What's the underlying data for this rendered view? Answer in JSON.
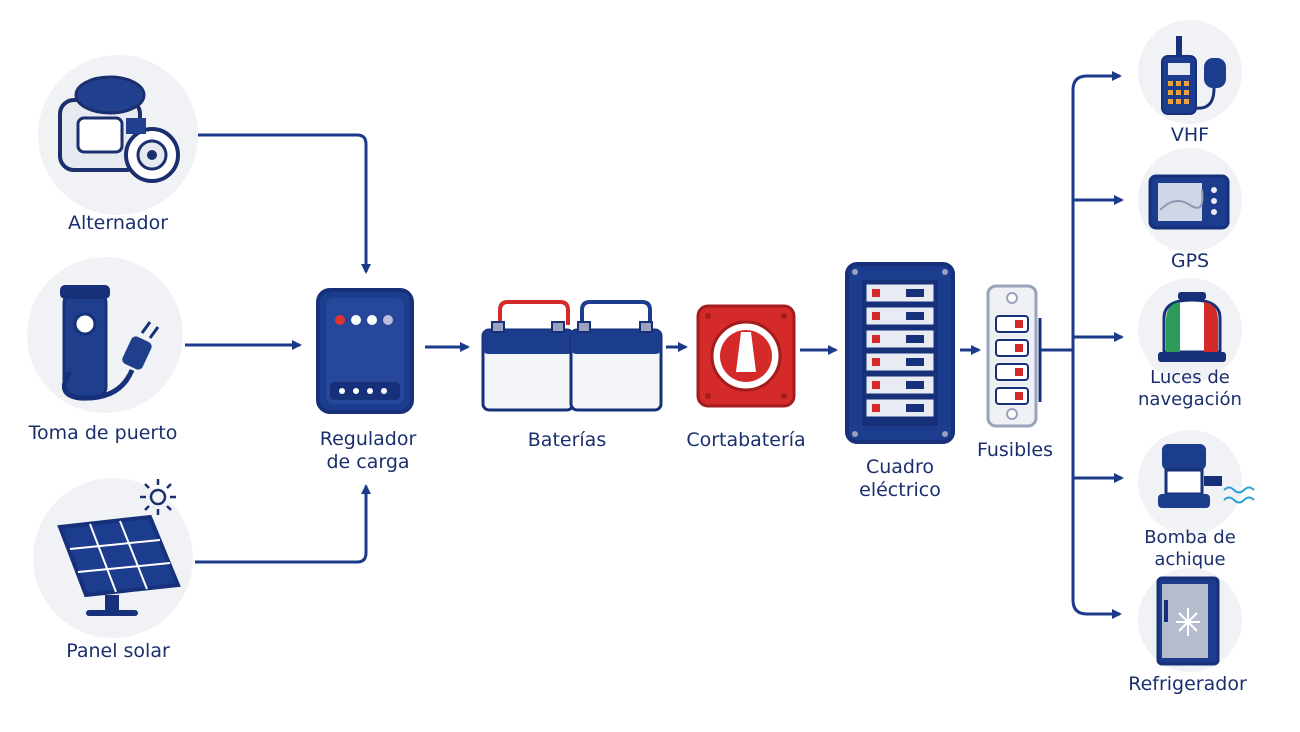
{
  "sources": {
    "alternator": {
      "label": "Alternador",
      "icon": "alternator-icon"
    },
    "shore_power": {
      "label": "Toma de puerto",
      "icon": "shore-power-plug-icon"
    },
    "solar_panel": {
      "label": "Panel solar",
      "icon": "solar-panel-icon"
    }
  },
  "chain": {
    "regulator": {
      "label_1": "Regulador",
      "label_2": "de carga",
      "icon": "charge-regulator-icon"
    },
    "batteries": {
      "label": "Baterías",
      "icon": "batteries-icon"
    },
    "battery_switch": {
      "label": "Cortabatería",
      "icon": "battery-switch-icon"
    },
    "panel": {
      "label_1": "Cuadro",
      "label_2": "eléctrico",
      "icon": "electrical-panel-icon"
    },
    "fuses": {
      "label": "Fusibles",
      "icon": "fuses-icon"
    }
  },
  "consumers": {
    "vhf": {
      "label": "VHF",
      "icon": "vhf-radio-icon"
    },
    "gps": {
      "label": "GPS",
      "icon": "gps-plotter-icon"
    },
    "nav_lights": {
      "label_1": "Luces de",
      "label_2": "navegación",
      "icon": "navigation-light-icon"
    },
    "bilge_pump": {
      "label_1": "Bomba de",
      "label_2": "achique",
      "icon": "bilge-pump-icon"
    },
    "fridge": {
      "label": "Refrigerador",
      "icon": "refrigerator-icon"
    }
  },
  "colors": {
    "navy": "#1b2f6e",
    "dark_blue": "#16317a",
    "red": "#d42a2a",
    "circle_bg": "#f1f2f5",
    "arrow": "#1b3a8a"
  }
}
